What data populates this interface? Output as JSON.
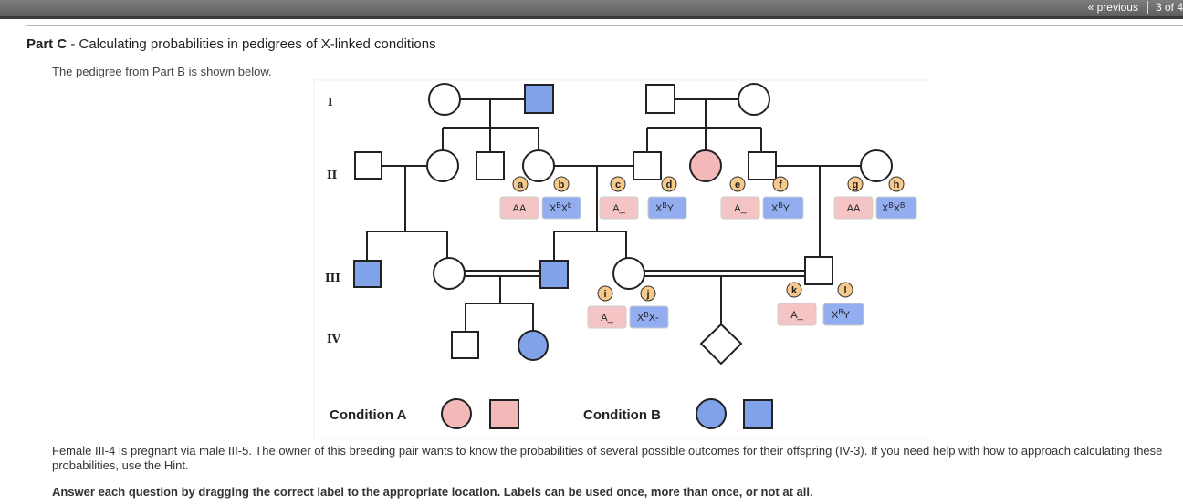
{
  "nav": {
    "previous": "« previous",
    "count": "3 of 4"
  },
  "part": {
    "label": "Part C",
    "dash": " - ",
    "title": "Calculating probabilities in pedigrees of X-linked conditions"
  },
  "intro": "The pedigree from Part B is shown below.",
  "pedigree": {
    "generations": [
      "I",
      "II",
      "III",
      "IV"
    ],
    "labels": [
      {
        "letter": "a",
        "genotype": "AA",
        "type": "autosomal"
      },
      {
        "letter": "b",
        "genotype_base": "X",
        "genotype_sup1": "B",
        "genotype_mid": "X",
        "genotype_sup2": "b",
        "type": "xlinked"
      },
      {
        "letter": "c",
        "genotype": "A_",
        "type": "autosomal"
      },
      {
        "letter": "d",
        "genotype_base": "X",
        "genotype_sup1": "B",
        "genotype_mid": "Y",
        "type": "xlinked"
      },
      {
        "letter": "e",
        "genotype": "A_",
        "type": "autosomal"
      },
      {
        "letter": "f",
        "genotype_base": "X",
        "genotype_sup1": "B",
        "genotype_mid": "Y",
        "type": "xlinked"
      },
      {
        "letter": "g",
        "genotype": "AA",
        "type": "autosomal"
      },
      {
        "letter": "h",
        "genotype_base": "X",
        "genotype_sup1": "B",
        "genotype_mid": "X",
        "genotype_sup2": "B",
        "type": "xlinked"
      },
      {
        "letter": "i",
        "genotype": "A_",
        "type": "autosomal"
      },
      {
        "letter": "j",
        "genotype_base": "X",
        "genotype_sup1": "B",
        "genotype_mid": "X-",
        "type": "xlinked"
      },
      {
        "letter": "k",
        "genotype": "A_",
        "type": "autosomal"
      },
      {
        "letter": "l",
        "genotype_base": "X",
        "genotype_sup1": "B",
        "genotype_mid": "Y",
        "type": "xlinked"
      }
    ],
    "legend": {
      "condition_a": "Condition A",
      "condition_b": "Condition B"
    },
    "colors": {
      "condition_a": "#f3b8b8",
      "condition_b": "#7fa2e8",
      "letter_badge": "#f7c98a",
      "autosomal_box": "#f5c4c4",
      "xlinked_box": "#93aef0"
    }
  },
  "question": "Female III-4 is pregnant via male III-5. The owner of this breeding pair wants to know the probabilities of several possible outcomes for their offspring (IV-3). If you need help with how to approach calculating these probabilities, use the Hint.",
  "instruction": "Answer each question by dragging the correct label to the appropriate location. Labels can be used once, more than once, or not at all."
}
